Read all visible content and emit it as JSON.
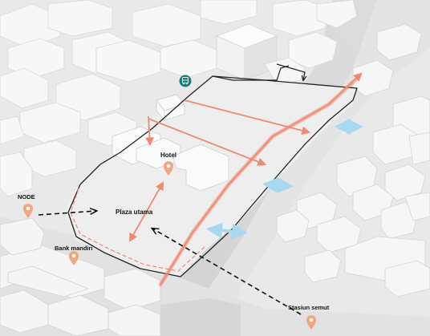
{
  "map": {
    "labels": {
      "hotel": "Hotel",
      "plaza": "Plaza utama",
      "node": "NODE",
      "bank": "Bank mandiri",
      "stasiun": "Stasiun semut"
    },
    "pins": [
      {
        "id": "hotel",
        "icon": "location-pin-icon"
      },
      {
        "id": "node",
        "icon": "location-pin-icon"
      },
      {
        "id": "bank",
        "icon": "location-pin-icon"
      },
      {
        "id": "stasiun",
        "icon": "location-pin-icon"
      }
    ],
    "bus_stop": {
      "icon": "bus-stop-icon"
    },
    "colors": {
      "background": "#e9e9e9",
      "building": "#f7f7f7",
      "pin": "#f0a77f",
      "circulation_arrow": "#ef8a72",
      "river_link_arrow": "#a8d8ef",
      "bus_stop": "#1a7c7b",
      "site_outline": "#222222"
    }
  }
}
